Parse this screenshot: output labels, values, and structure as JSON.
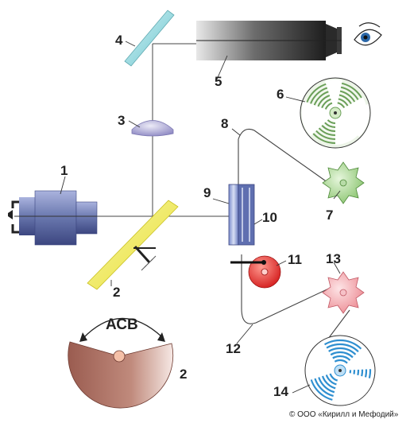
{
  "labels": {
    "n1": "1",
    "n2a": "2",
    "n2b": "2",
    "n3": "3",
    "n4": "4",
    "n5": "5",
    "n6": "6",
    "n7": "7",
    "n8": "8",
    "n9": "9",
    "n10": "10",
    "n11": "11",
    "n12": "12",
    "n13": "13",
    "n14": "14"
  },
  "acb_label": "АСВ",
  "copyright": "© ООО «Кирилл и Мефодий»",
  "colors": {
    "mirror_top": "#8fd6dc",
    "prism": "#f3ee55",
    "lens": "#b7b3dc",
    "projector": "#6f7bb4",
    "shutter_disc": "#a86a5c",
    "reel_green": "#6a9f58",
    "reel_blue": "#2f8fd0",
    "sprocket_green": "#9fd088",
    "sprocket_pink": "#f09aa0",
    "roller_red": "#e53030"
  }
}
